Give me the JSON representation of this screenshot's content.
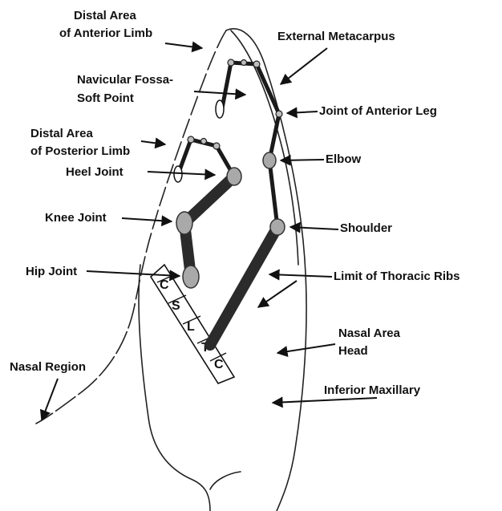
{
  "labels": {
    "distal_anterior_1": "Distal Area",
    "distal_anterior_2": "of Anterior Limb",
    "external_metacarpus": "External Metacarpus",
    "navicular_1": "Navicular Fossa-",
    "navicular_2": "Soft Point",
    "joint_anterior_leg": "Joint of Anterior Leg",
    "distal_posterior_1": "Distal Area",
    "distal_posterior_2": "of Posterior Limb",
    "elbow": "Elbow",
    "heel_joint": "Heel Joint",
    "knee_joint": "Knee Joint",
    "shoulder": "Shoulder",
    "hip_joint": "Hip Joint",
    "limit_thoracic_ribs": "Limit of Thoracic Ribs",
    "nasal_area_1": "Nasal Area",
    "nasal_area_2": "Head",
    "nasal_region": "Nasal Region",
    "inferior_maxillary": "Inferior Maxillary"
  },
  "spine_segments": [
    "C",
    "S",
    "L",
    "T",
    "C"
  ]
}
